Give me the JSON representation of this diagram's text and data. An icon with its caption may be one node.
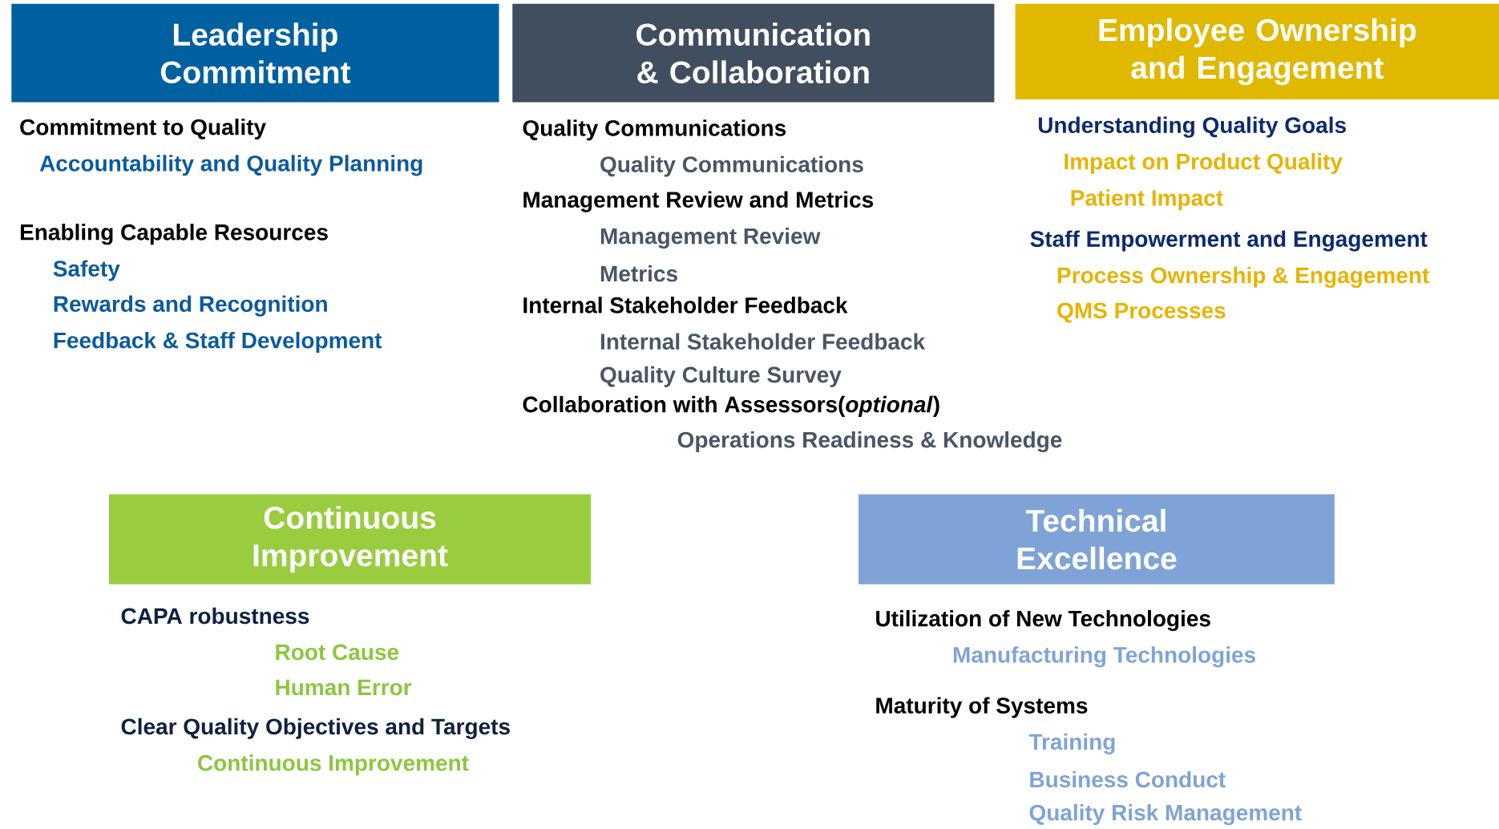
{
  "diagram": {
    "nodes": [
      {
        "text": [
          "Leadership Commitment"
        ],
        "beside": [
          "Commitment to Quality",
          "Accountability and Quality Planning",
          "Enabling Capable Resources",
          "Safety",
          "Rewards and Recognition",
          "Feedback & Staff Development"
        ]
      },
      {
        "text": [
          "Communication & Collaboration"
        ],
        "beside": [
          "Quality Communications",
          "Quality Communications",
          "Management Review and Metrics",
          "Management Review",
          "Metrics",
          "Internal Stakeholder Feedback",
          "Internal Stakeholder Feedback",
          "Quality Culture Survey",
          "Collaboration with Assessors(*optional*)",
          "Operations Readiness & Knowledge"
        ]
      },
      {
        "text": [
          "Employee Ownership and Engagement"
        ],
        "beside": [
          "Understanding Quality Goals",
          "Impact on Product Quality",
          "Patient Impact",
          "Staff Empowerment and Engagement",
          "Process Ownership & Engagement",
          "QMS Processes"
        ]
      },
      {
        "text": [
          "Continuous Improvement"
        ],
        "beside": [
          "CAPA robustness",
          "Root Cause",
          "Human Error",
          "Clear Quality Objectives and Targets",
          "Continuous Improvement"
        ]
      },
      {
        "text": [
          "Technical Excellence"
        ],
        "beside": [
          "Utilization of New Technologies",
          "Manufacturing Technologies",
          "Maturity of Systems",
          "Training",
          "Business Conduct",
          "Quality Risk Management"
        ]
      }
    ]
  }
}
